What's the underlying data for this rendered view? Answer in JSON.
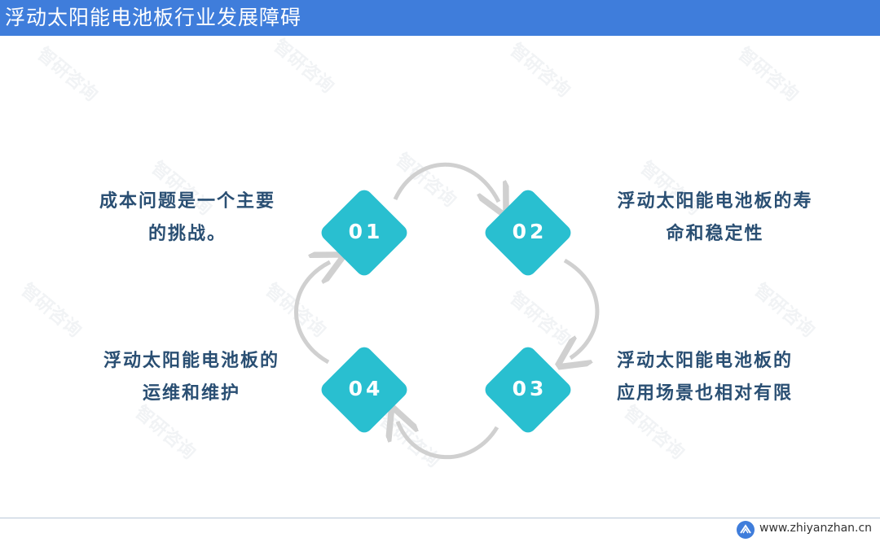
{
  "header": {
    "title": "浮动太阳能电池板行业发展障碍"
  },
  "watermark": {
    "text": "智研咨询"
  },
  "cycle": {
    "items": [
      {
        "number": "01",
        "text_line1": "成本问题是一个主要",
        "text_line2": "的挑战。"
      },
      {
        "number": "02",
        "text_line1": "浮动太阳能电池板的寿",
        "text_line2": "命和稳定性"
      },
      {
        "number": "03",
        "text_line1": "浮动太阳能电池板的",
        "text_line2": "应用场景也相对有限"
      },
      {
        "number": "04",
        "text_line1": "浮动太阳能电池板的",
        "text_line2": "运维和维护"
      }
    ]
  },
  "footer": {
    "url": "www.zhiyanzhan.cn"
  },
  "colors": {
    "header_bg": "#3f7ddb",
    "diamond": "#29bfd0",
    "text": "#2a4f73",
    "arrow": "#d0d0d0"
  }
}
